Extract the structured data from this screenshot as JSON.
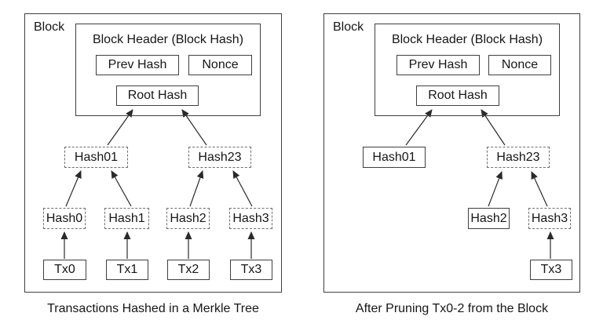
{
  "figure": {
    "colors": {
      "background": "#ffffff",
      "solid_border": "#3f3f3f",
      "dashed_border": "#6e6e6e",
      "arrow": "#2a2a2a",
      "text": "#161616"
    },
    "panels": [
      {
        "id": "merkle-tree",
        "block_label": "Block",
        "header_title": "Block Header (Block Hash)",
        "prev_hash_label": "Prev Hash",
        "nonce_label": "Nonce",
        "root_hash_label": "Root Hash",
        "hash01_label": "Hash01",
        "hash23_label": "Hash23",
        "hash0_label": "Hash0",
        "hash1_label": "Hash1",
        "hash2_label": "Hash2",
        "hash3_label": "Hash3",
        "tx0_label": "Tx0",
        "tx1_label": "Tx1",
        "tx2_label": "Tx2",
        "tx3_label": "Tx3",
        "caption": "Transactions Hashed in a Merkle Tree"
      },
      {
        "id": "pruned-tree",
        "block_label": "Block",
        "header_title": "Block Header (Block Hash)",
        "prev_hash_label": "Prev Hash",
        "nonce_label": "Nonce",
        "root_hash_label": "Root Hash",
        "hash01_label": "Hash01",
        "hash23_label": "Hash23",
        "hash2_label": "Hash2",
        "hash3_label": "Hash3",
        "tx3_label": "Tx3",
        "caption": "After Pruning Tx0-2 from the Block"
      }
    ]
  }
}
